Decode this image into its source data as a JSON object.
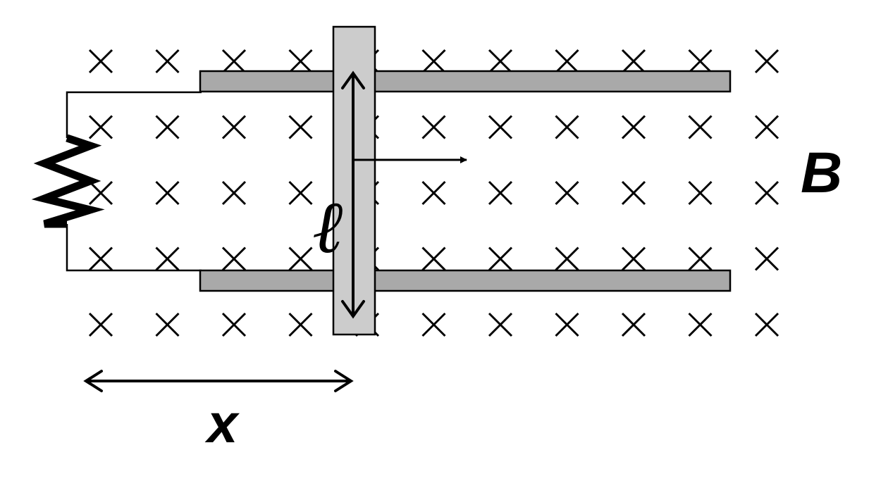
{
  "labels": {
    "field": "B",
    "distance": "x",
    "rod_length": "ℓ"
  },
  "field": {
    "rows": 5,
    "columns": 11,
    "direction": "into page"
  },
  "colors": {
    "rail": "#a9a9a9",
    "rod": "#cccccc",
    "ink": "#000000"
  },
  "icons": {
    "field_marker": "x-mark-icon",
    "resistor": "resistor-icon",
    "velocity": "arrow-right-icon",
    "length_span": "double-arrow-icon"
  }
}
